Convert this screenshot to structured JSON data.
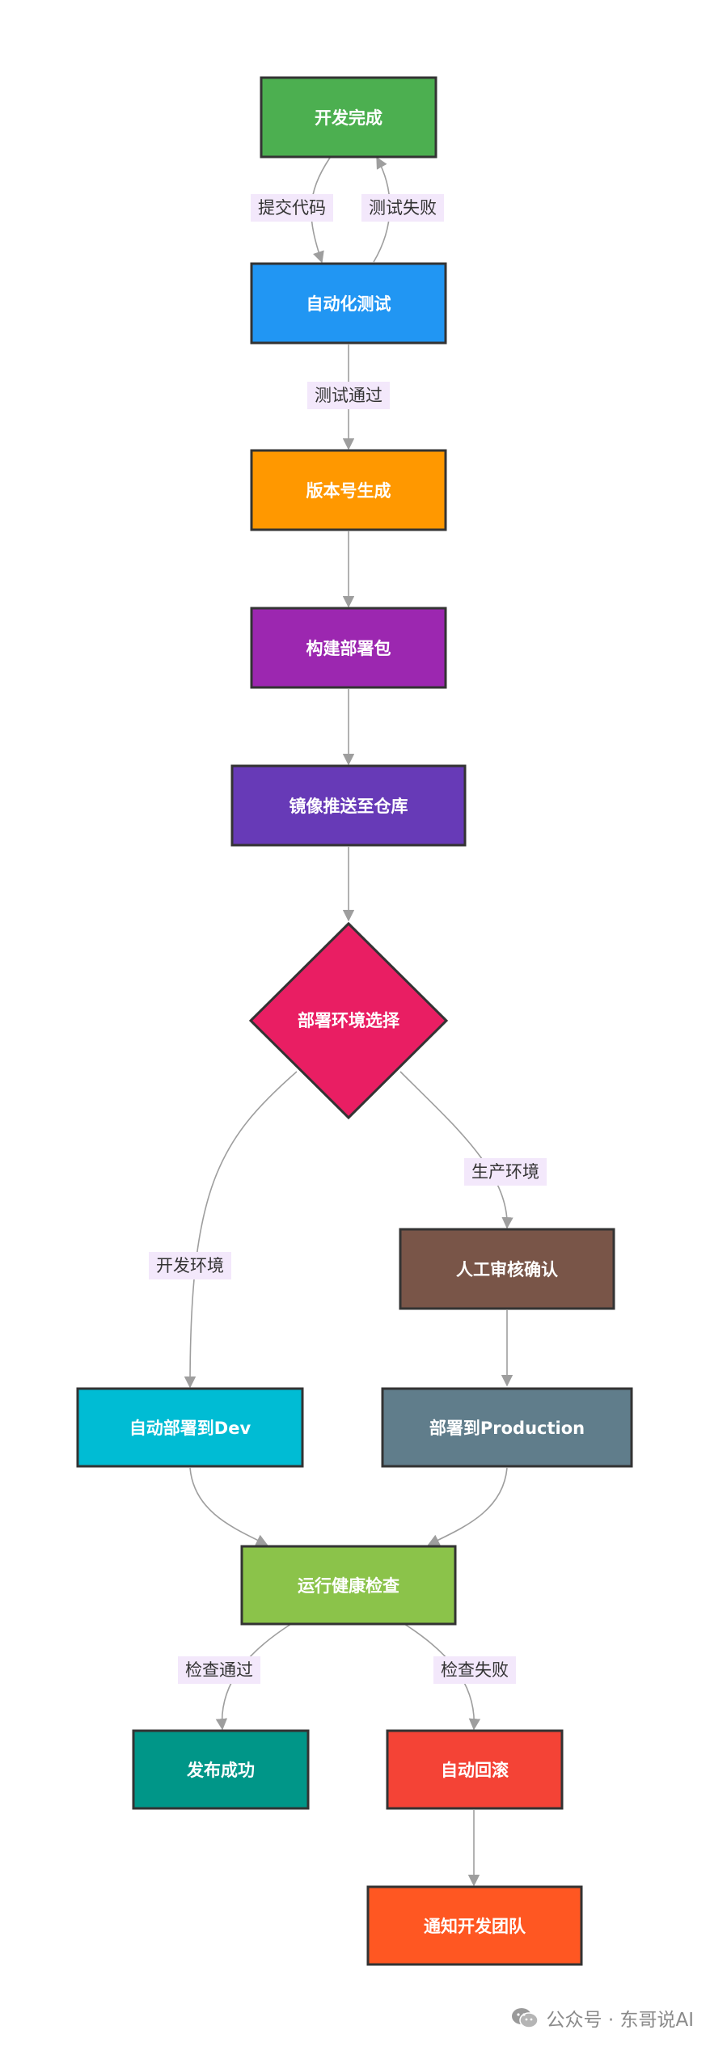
{
  "nodes": {
    "dev_done": {
      "label": "开发完成",
      "color": "#4caf50"
    },
    "auto_test": {
      "label": "自动化测试",
      "color": "#2196f3"
    },
    "version": {
      "label": "版本号生成",
      "color": "#ff9800"
    },
    "build": {
      "label": "构建部署包",
      "color": "#9c27b0"
    },
    "push_image": {
      "label": "镜像推送至仓库",
      "color": "#673ab7"
    },
    "env_select": {
      "label": "部署环境选择",
      "color": "#e91e63"
    },
    "manual_review": {
      "label": "人工审核确认",
      "color": "#795548"
    },
    "deploy_dev": {
      "label": "自动部署到Dev",
      "color": "#00bcd4"
    },
    "deploy_prod": {
      "label": "部署到Production",
      "color": "#607d8b"
    },
    "health_check": {
      "label": "运行健康检查",
      "color": "#8bc34a"
    },
    "release_ok": {
      "label": "发布成功",
      "color": "#009688"
    },
    "rollback": {
      "label": "自动回滚",
      "color": "#f44336"
    },
    "notify": {
      "label": "通知开发团队",
      "color": "#ff5722"
    }
  },
  "edges": {
    "submit_code": "提交代码",
    "test_failed": "测试失败",
    "test_passed": "测试通过",
    "prod_env": "生产环境",
    "dev_env": "开发环境",
    "check_passed": "检查通过",
    "check_failed": "检查失败"
  },
  "watermark": {
    "text": "公众号 · 东哥说AI",
    "icon": "wechat-icon"
  }
}
